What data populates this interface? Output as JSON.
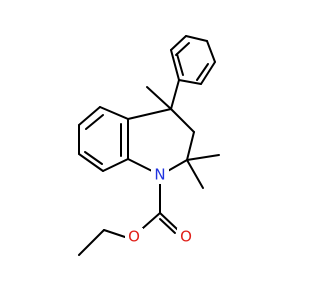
{
  "structure": {
    "atoms": [
      {
        "id": "N1",
        "symbol": "N",
        "color": "#1f33e0"
      },
      {
        "id": "O1",
        "symbol": "O",
        "color": "#e0201a"
      },
      {
        "id": "O2",
        "symbol": "O",
        "color": "#e0201a"
      }
    ],
    "bond_color": "#000000",
    "background": "#ffffff"
  }
}
